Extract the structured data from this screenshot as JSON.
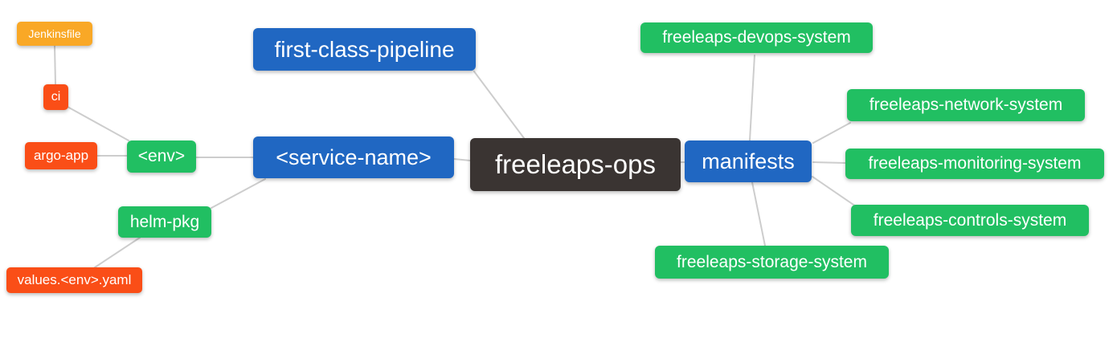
{
  "diagram": {
    "type": "mindmap",
    "background": "#FFFFFF",
    "edge_color": "#CDCDCD",
    "text_color": "#FFFFFF",
    "root": "freeleaps_ops",
    "nodes": {
      "jenkinsfile": {
        "label": "Jenkinsfile",
        "color": "#F9A826"
      },
      "ci": {
        "label": "ci",
        "color": "#FA4E17"
      },
      "argo_app": {
        "label": "argo-app",
        "color": "#FA4E17"
      },
      "env": {
        "label": "<env>",
        "color": "#21BF62"
      },
      "helm_pkg": {
        "label": "helm-pkg",
        "color": "#21BF62"
      },
      "values_env_yaml": {
        "label": "values.<env>.yaml",
        "color": "#FA4E17"
      },
      "first_class_pipeline": {
        "label": "first-class-pipeline",
        "color": "#2067C2"
      },
      "service_name": {
        "label": "<service-name>",
        "color": "#2067C2"
      },
      "freeleaps_ops": {
        "label": "freeleaps-ops",
        "color": "#3A3432"
      },
      "manifests": {
        "label": "manifests",
        "color": "#2067C2"
      },
      "devops_system": {
        "label": "freeleaps-devops-system",
        "color": "#21BF62"
      },
      "network_system": {
        "label": "freeleaps-network-system",
        "color": "#21BF62"
      },
      "monitoring_system": {
        "label": "freeleaps-monitoring-system",
        "color": "#21BF62"
      },
      "controls_system": {
        "label": "freeleaps-controls-system",
        "color": "#21BF62"
      },
      "storage_system": {
        "label": "freeleaps-storage-system",
        "color": "#21BF62"
      }
    },
    "edges": [
      [
        "jenkinsfile",
        "ci"
      ],
      [
        "ci",
        "env"
      ],
      [
        "argo_app",
        "env"
      ],
      [
        "env",
        "service_name"
      ],
      [
        "helm_pkg",
        "service_name"
      ],
      [
        "values_env_yaml",
        "helm_pkg"
      ],
      [
        "first_class_pipeline",
        "freeleaps_ops"
      ],
      [
        "service_name",
        "freeleaps_ops"
      ],
      [
        "freeleaps_ops",
        "manifests"
      ],
      [
        "manifests",
        "devops_system"
      ],
      [
        "manifests",
        "network_system"
      ],
      [
        "manifests",
        "monitoring_system"
      ],
      [
        "manifests",
        "controls_system"
      ],
      [
        "manifests",
        "storage_system"
      ]
    ]
  }
}
